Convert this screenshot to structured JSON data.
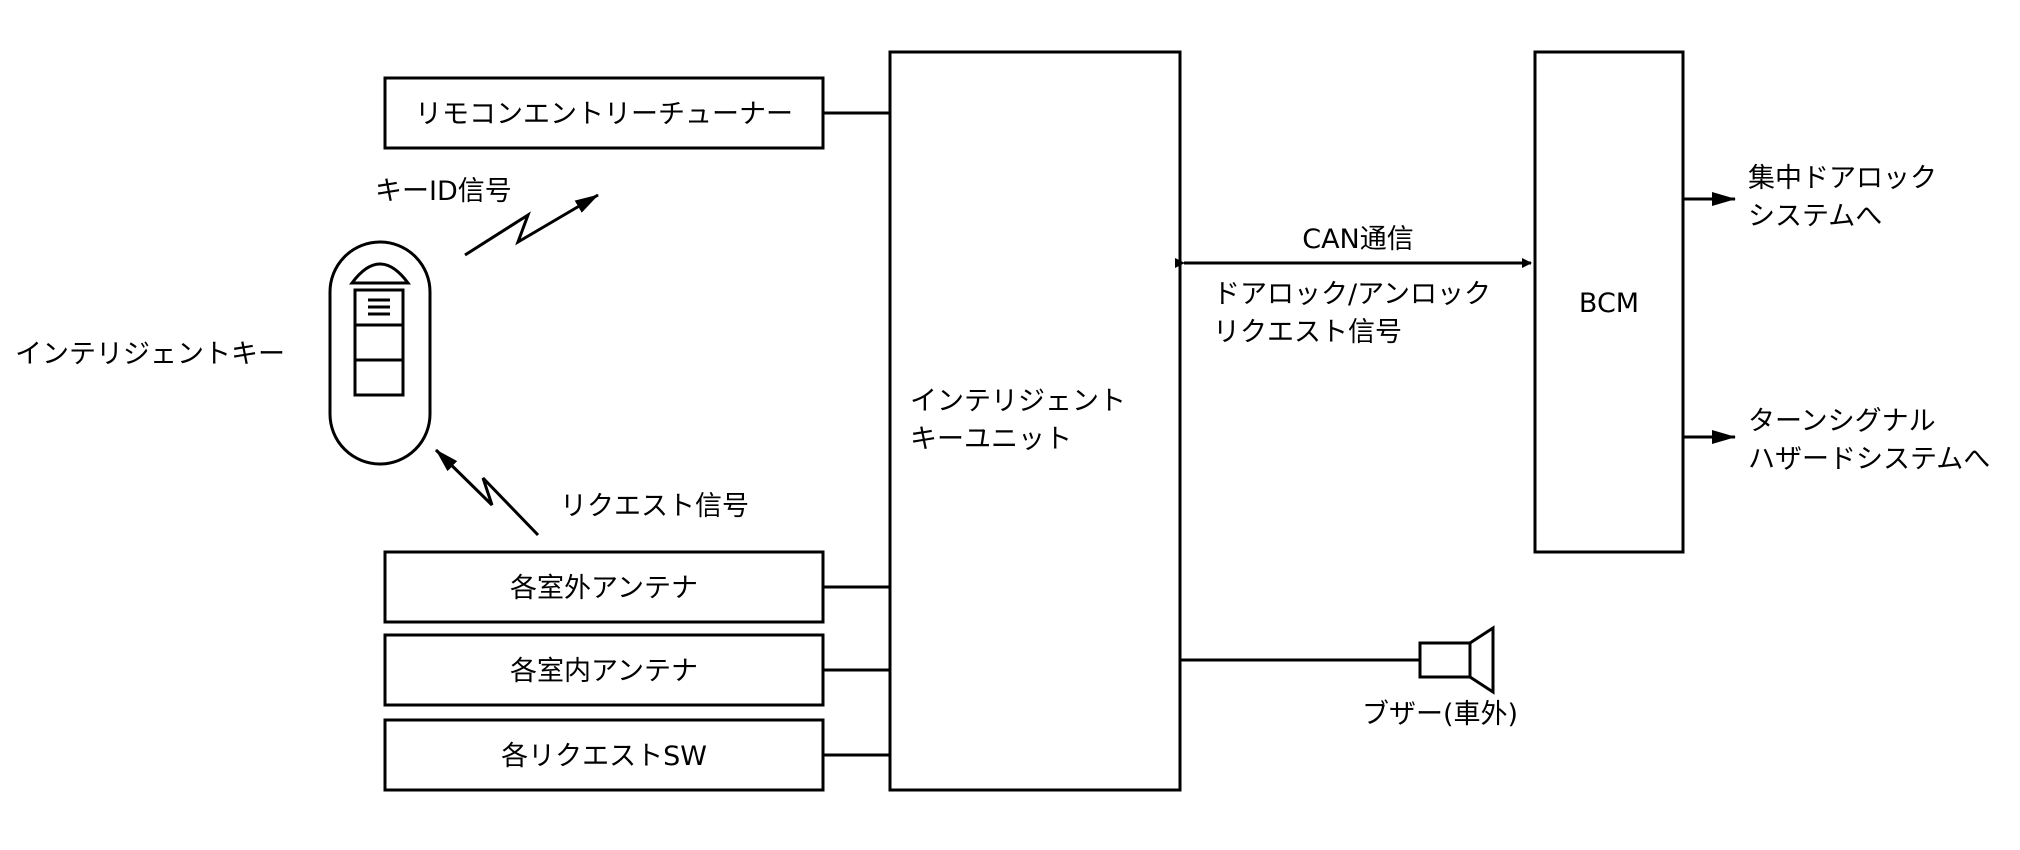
{
  "diagram": {
    "boxes": {
      "remote_tuner": "リモコンエントリーチューナー",
      "outside_antenna": "各室外アンテナ",
      "inside_antenna": "各室内アンテナ",
      "request_sw": "各リクエストSW",
      "bcm": "BCM",
      "unit": [
        "インテリジェント",
        "キーユニット"
      ]
    },
    "labels": {
      "key_id_signal": "キーID信号",
      "request_signal": "リクエスト信号",
      "intelligent_key": "インテリジェントキー",
      "can_comm": "CAN通信",
      "lock_request": [
        "ドアロック/アンロック",
        "リクエスト信号"
      ],
      "central_lock": [
        "集中ドアロック",
        "システムへ"
      ],
      "turn_signal": [
        "ターンシグナル",
        "ハザードシステムへ"
      ],
      "buzzer": "ブザー(車外)"
    }
  }
}
